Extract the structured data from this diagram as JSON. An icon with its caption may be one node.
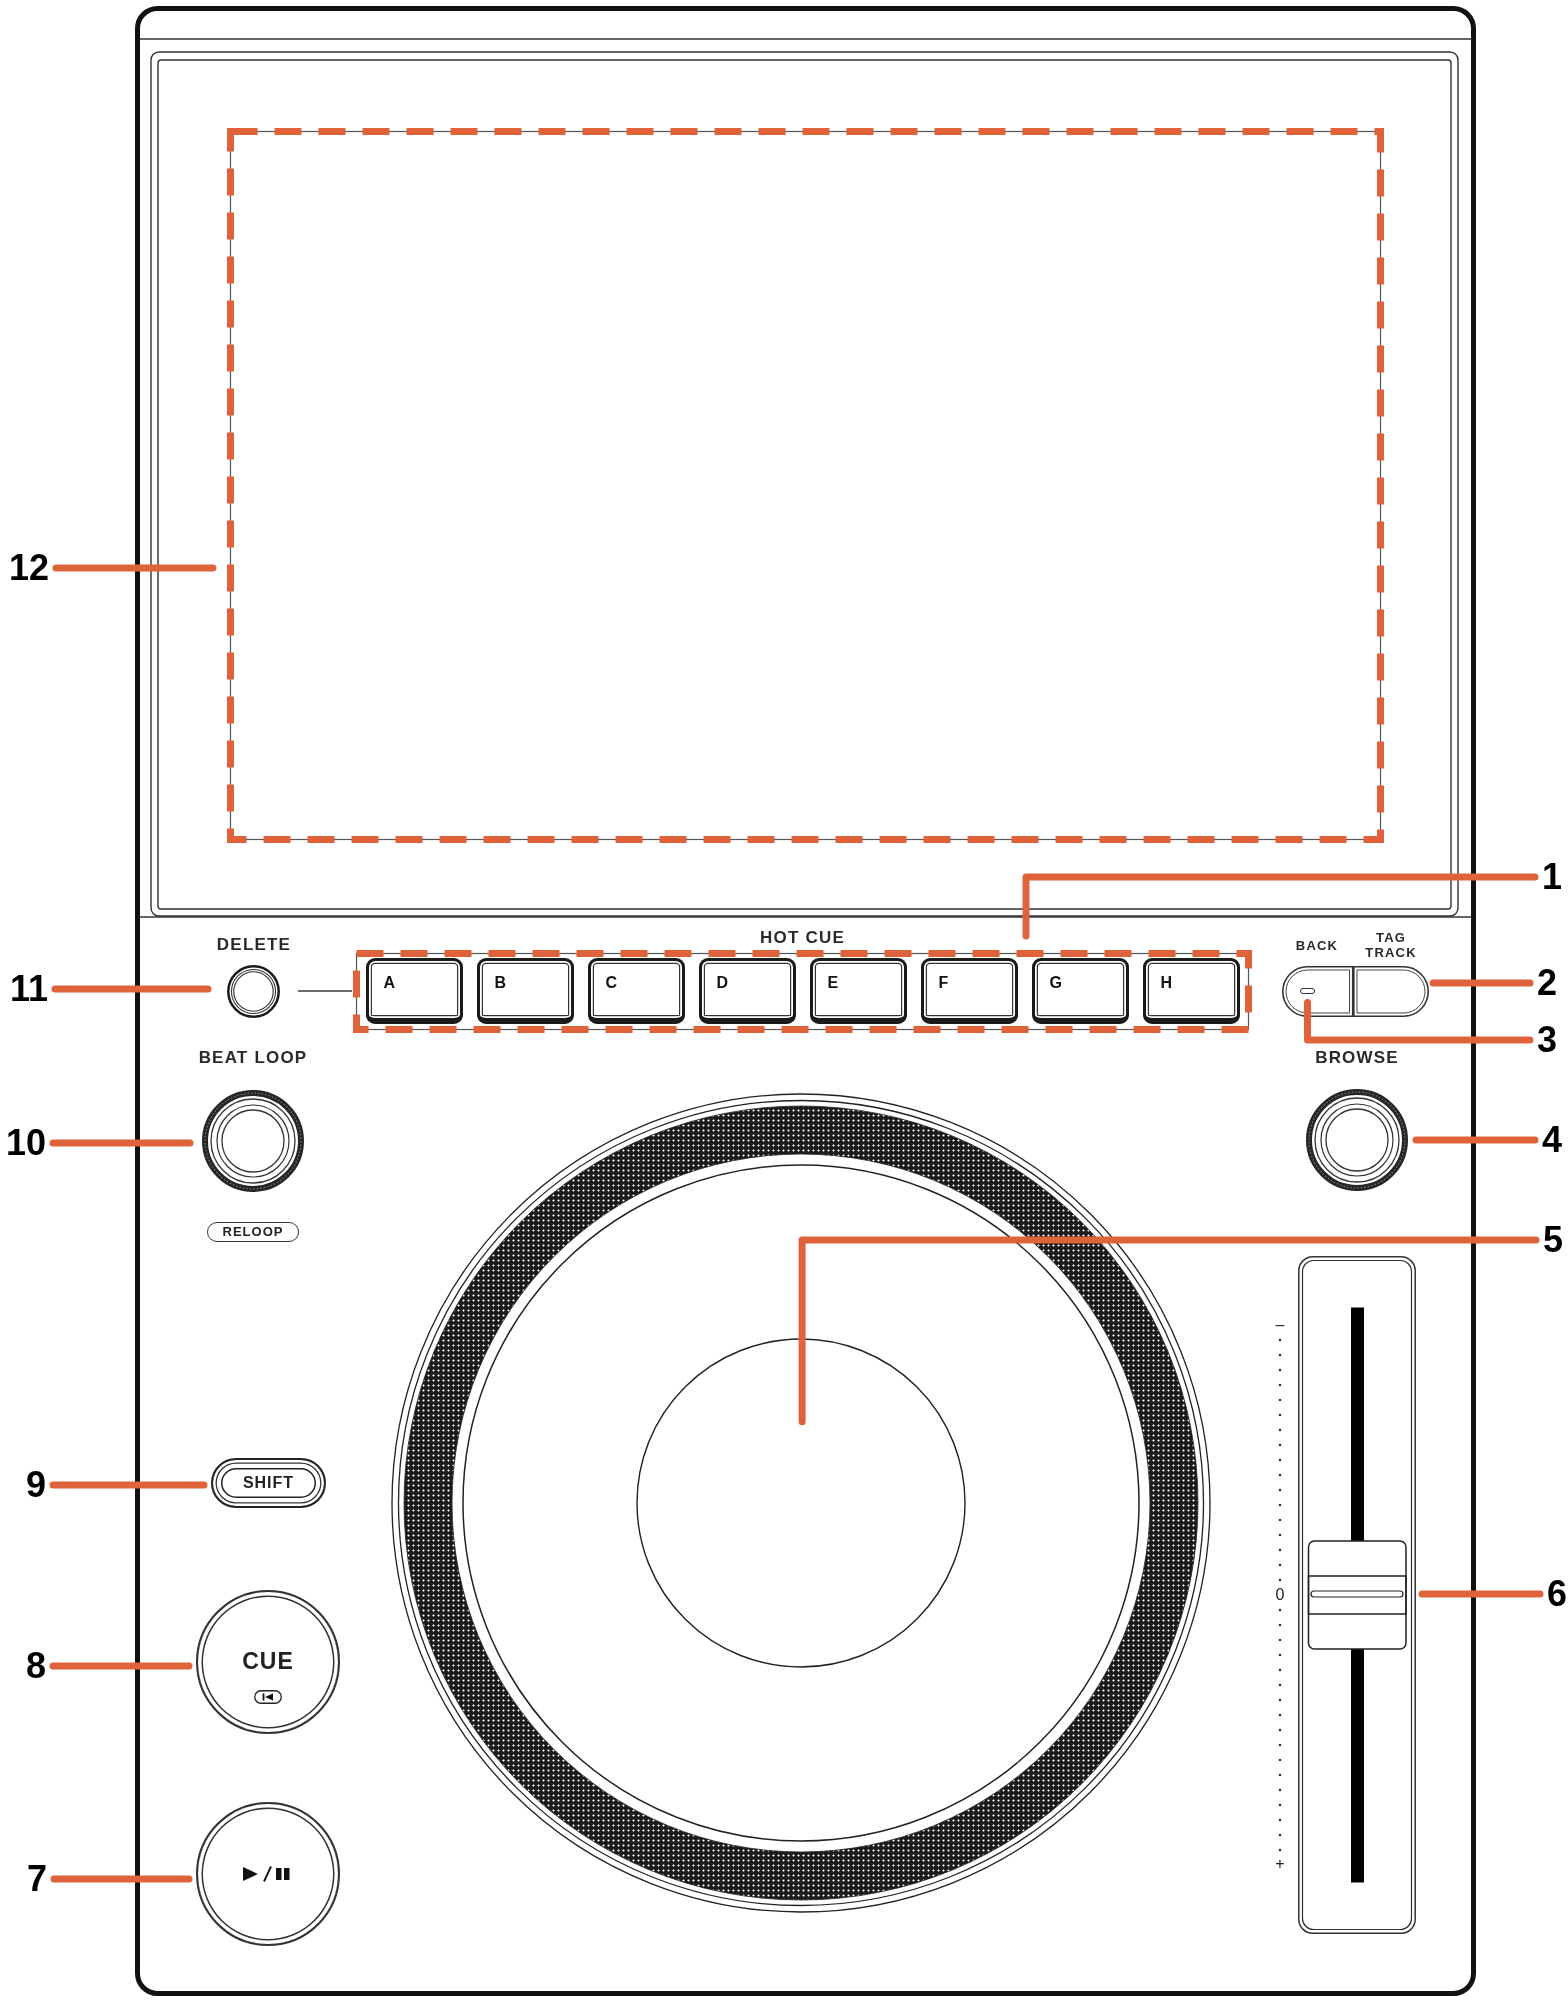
{
  "diagram": {
    "nodes": [
      {
        "text": [
          "12"
        ]
      },
      {
        "text": [],
        "shape": "box"
      },
      {
        "text": [
          "1"
        ]
      },
      {
        "text": [
          "DELETE"
        ]
      },
      {
        "text": [
          "HOT CUE"
        ]
      },
      {
        "text": [
          "A"
        ],
        "in": 4
      },
      {
        "text": [
          "B"
        ],
        "in": 4
      },
      {
        "text": [
          "C"
        ],
        "in": 4
      },
      {
        "text": [
          "D"
        ],
        "in": 4
      },
      {
        "text": [
          "E"
        ],
        "in": 4
      },
      {
        "text": [
          "F"
        ],
        "in": 4
      },
      {
        "text": [
          "G"
        ],
        "in": 4
      },
      {
        "text": [
          "H"
        ],
        "in": 4
      },
      {
        "text": [
          "BACK"
        ]
      },
      {
        "text": [],
        "shape": "bar",
        "in": 13
      },
      {
        "text": [
          "TAG TRACK"
        ]
      },
      {
        "text": [
          "11"
        ]
      },
      {
        "text": [
          "2"
        ]
      },
      {
        "text": [
          "3"
        ]
      },
      {
        "text": [
          "BEAT LOOP"
        ]
      },
      {
        "text": [
          "RELOOP"
        ]
      },
      {
        "text": [
          "BROWSE"
        ]
      },
      {
        "text": [
          "10"
        ]
      },
      {
        "text": [
          "4"
        ]
      },
      {
        "text": [
          "5"
        ]
      },
      {
        "text": [],
        "shape": "circle"
      },
      {
        "text": [
          "9"
        ]
      },
      {
        "text": [
          "SHIFT"
        ]
      },
      {
        "text": [
          "6"
        ]
      },
      {
        "text": [],
        "shape": "slider",
        "beside": [
          "–",
          "0",
          "+"
        ]
      },
      {
        "text": [
          "8"
        ]
      },
      {
        "text": [
          "CUE"
        ]
      },
      {
        "text": [
          "7"
        ]
      },
      {
        "text": [],
        "shape": "circle"
      }
    ],
    "edges": [
      {
        "from": 0,
        "to": 1,
        "arrow": "none"
      },
      {
        "from": 2,
        "to": 4,
        "arrow": "none"
      },
      {
        "from": 16,
        "to": 3,
        "arrow": "none"
      },
      {
        "from": 3,
        "to": 4,
        "arrow": "none",
        "color": "#3c3c3c"
      },
      {
        "from": 17,
        "to": 15,
        "arrow": "none"
      },
      {
        "from": 18,
        "to": 14,
        "arrow": "none"
      },
      {
        "from": 22,
        "to": 19,
        "arrow": "none"
      },
      {
        "from": 23,
        "to": 21,
        "arrow": "none"
      },
      {
        "from": 24,
        "to": 25,
        "arrow": "none"
      },
      {
        "from": 26,
        "to": 27,
        "arrow": "none"
      },
      {
        "from": 28,
        "to": 29,
        "arrow": "none"
      },
      {
        "from": 30,
        "to": 31,
        "arrow": "none"
      },
      {
        "from": 32,
        "to": 33,
        "arrow": "none"
      }
    ]
  }
}
